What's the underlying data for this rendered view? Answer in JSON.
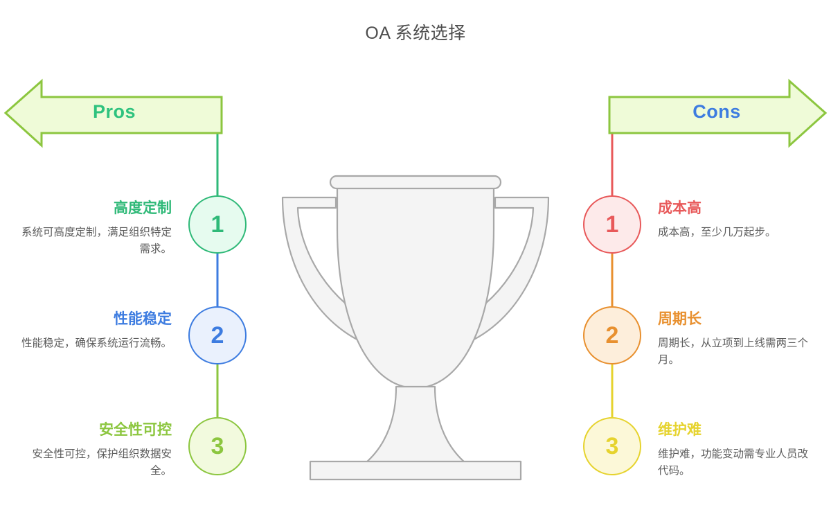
{
  "title": "OA 系统选择",
  "colors": {
    "arrow_fill": "#effbd8",
    "arrow_stroke": "#8cc63f",
    "pros_label": "#2ec27e",
    "cons_label": "#3d7ce0",
    "trophy_fill": "#f4f4f4",
    "trophy_stroke": "#a8a8a8",
    "desc_text": "#5c5c5c",
    "title_text": "#4d4d4d"
  },
  "pros": {
    "arrow_label": "Pros",
    "arrow_direction": "left",
    "items": [
      {
        "number": "1",
        "heading": "高度定制",
        "desc": "系统可高度定制，满足组织特定需求。",
        "color": "#2fb978",
        "fill": "#e6fbef"
      },
      {
        "number": "2",
        "heading": "性能稳定",
        "desc": "性能稳定，确保系统运行流畅。",
        "color": "#3d7ce0",
        "fill": "#eaf1fd"
      },
      {
        "number": "3",
        "heading": "安全性可控",
        "desc": "安全性可控，保护组织数据安全。",
        "color": "#8cc63f",
        "fill": "#f2fade"
      }
    ]
  },
  "cons": {
    "arrow_label": "Cons",
    "arrow_direction": "right",
    "items": [
      {
        "number": "1",
        "heading": "成本高",
        "desc": "成本高，至少几万起步。",
        "color": "#e8595a",
        "fill": "#fdeaea"
      },
      {
        "number": "2",
        "heading": "周期长",
        "desc": "周期长，从立项到上线需两三个月。",
        "color": "#e8902f",
        "fill": "#fdeedb"
      },
      {
        "number": "3",
        "heading": "维护难",
        "desc": "维护难，功能变动需专业人员改代码。",
        "color": "#e6d32e",
        "fill": "#fcf8d8"
      }
    ]
  },
  "center_graphic": {
    "icon": "trophy-icon",
    "label": "trophy"
  }
}
